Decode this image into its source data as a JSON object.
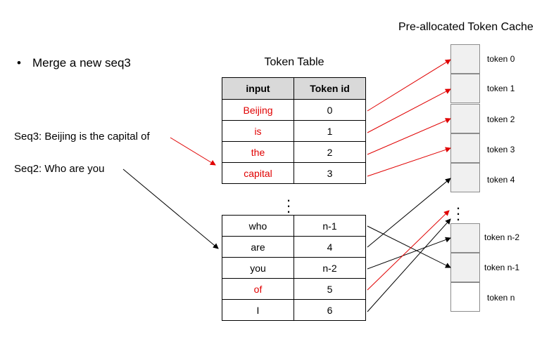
{
  "bullet": "Merge a new seq3",
  "seq3_label": "Seq3: Beijing is the capital of",
  "seq2_label": "Seq2: Who are you",
  "table_title": "Token Table",
  "cache_title": "Pre-allocated Token Cache",
  "table_headers": {
    "input": "input",
    "token_id": "Token id"
  },
  "table_top_rows": [
    {
      "input": "Beijing",
      "id": "0"
    },
    {
      "input": "is",
      "id": "1"
    },
    {
      "input": "the",
      "id": "2"
    },
    {
      "input": "capital",
      "id": "3"
    }
  ],
  "table_bottom_rows": [
    {
      "input": "who",
      "id": "n-1"
    },
    {
      "input": "are",
      "id": "4"
    },
    {
      "input": "you",
      "id": "n-2"
    },
    {
      "input": "of",
      "id": "5"
    },
    {
      "input": "I",
      "id": "6"
    }
  ],
  "cache_top": [
    "token 0",
    "token 1",
    "token 2",
    "token 3",
    "token 4"
  ],
  "cache_bottom": [
    "token n-2",
    "token n-1",
    "token n"
  ],
  "colors": {
    "highlight": "#e00000",
    "header_bg": "#d9d9d9",
    "cache_bg": "#f0f0f0"
  }
}
